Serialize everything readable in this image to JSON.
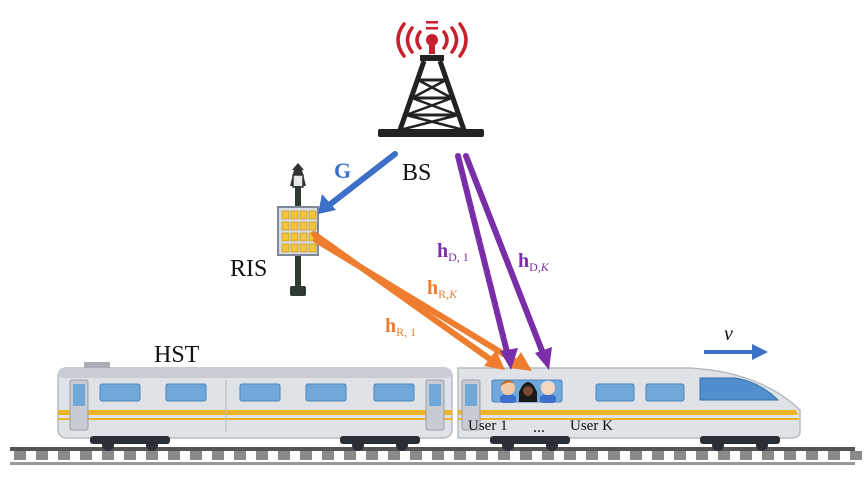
{
  "labels": {
    "bs": "BS",
    "ris": "RIS",
    "hst": "HST",
    "g": "G",
    "h_d1": {
      "main": "h",
      "sub": "D, 1"
    },
    "h_dk": {
      "main": "h",
      "sub": "D,",
      "sub_italic": "K"
    },
    "h_rk": {
      "main": "h",
      "sub": "R,",
      "sub_italic": "K"
    },
    "h_r1": {
      "main": "h",
      "sub": "R, 1"
    },
    "velocity": "v",
    "user1": "User 1",
    "ellipsis": "...",
    "userk": "User K"
  },
  "icons": [
    "signal-waves-icon",
    "tower-icon",
    "lamp-post-icon",
    "ris-panel-icon",
    "train-icon",
    "passengers-icon",
    "rail-track-icon"
  ],
  "colors": {
    "g_link": "#3d6fc9",
    "direct_link": "#7a2fa8",
    "ris_link": "#ef7d2f",
    "velocity_arrow": "#3d6fc9",
    "signal": "#c8202f",
    "train_stripe": "#f0b323",
    "ris_element": "#f6c53a"
  }
}
